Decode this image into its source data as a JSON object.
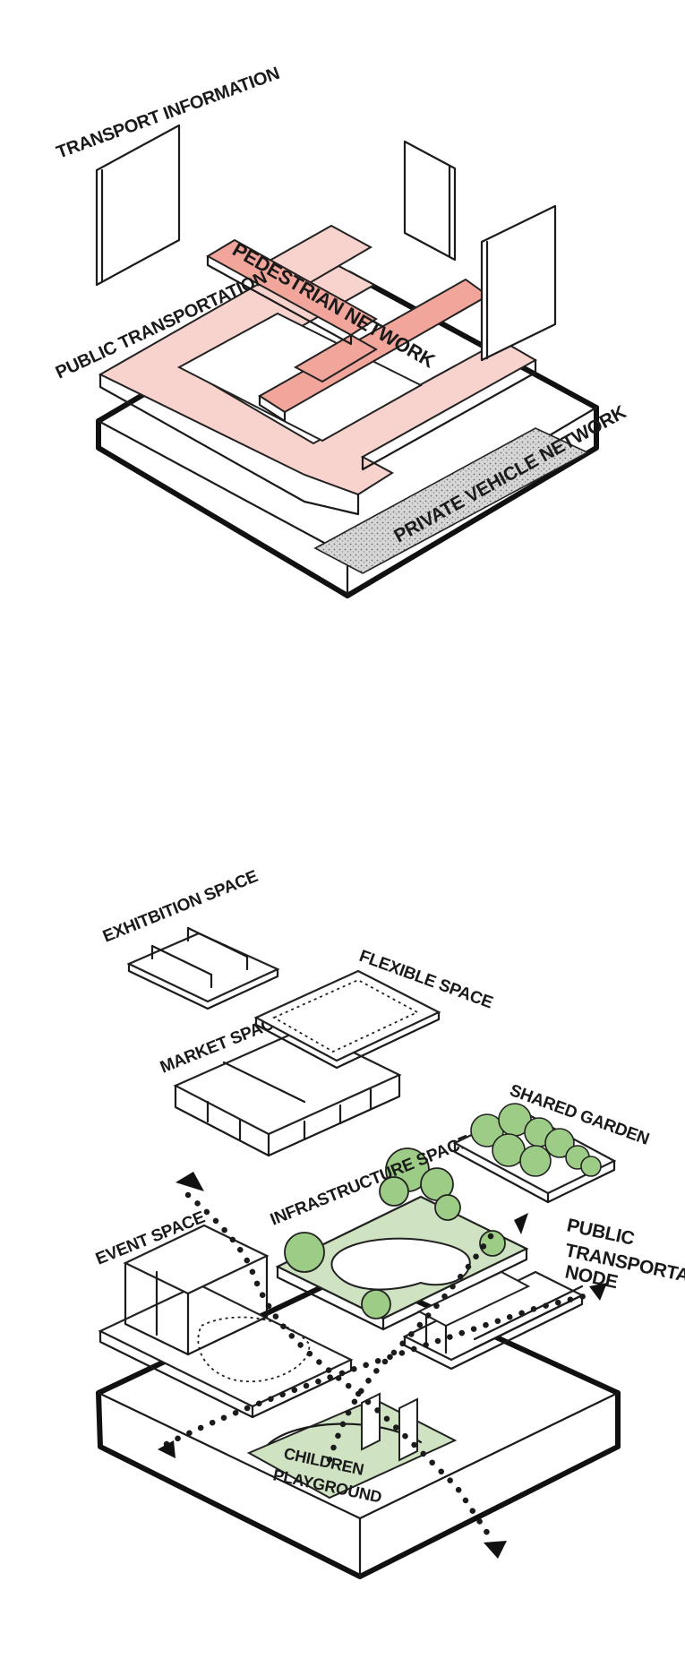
{
  "top_diagram": {
    "labels": {
      "transport_information": "TRANSPORT INFORMATION",
      "public_transportation": "PUBLIC TRANSPORTATION",
      "pedestrian_network": "PEDESTRIAN NETWORK",
      "private_vehicle_network": "PRIVATE VEHICLE NETWORK"
    },
    "colors": {
      "public_transportation": "#f8d2cc",
      "pedestrian_network": "#f1a59b",
      "private_vehicle_network": "#c9c9c9"
    }
  },
  "bottom_diagram": {
    "labels": {
      "exhibition_space": "EXHITBITION SPACE",
      "flexible_space": "FLEXIBLE SPACE",
      "market_space": "MARKET SPACE",
      "shared_garden": "SHARED GARDEN",
      "infrastructure_space": "INFRASTRUCTURE SPACE",
      "event_space": "EVENT SPACE",
      "public_transportation_node_1": "PUBLIC",
      "public_transportation_node_2": "TRANSPORTATION",
      "public_transportation_node_3": "NODE",
      "children_playground_1": "CHILDREN",
      "children_playground_2": "PLAYGROUND"
    },
    "colors": {
      "green_area": "#cfe3c2",
      "tree_fill": "#9ccc85"
    }
  }
}
